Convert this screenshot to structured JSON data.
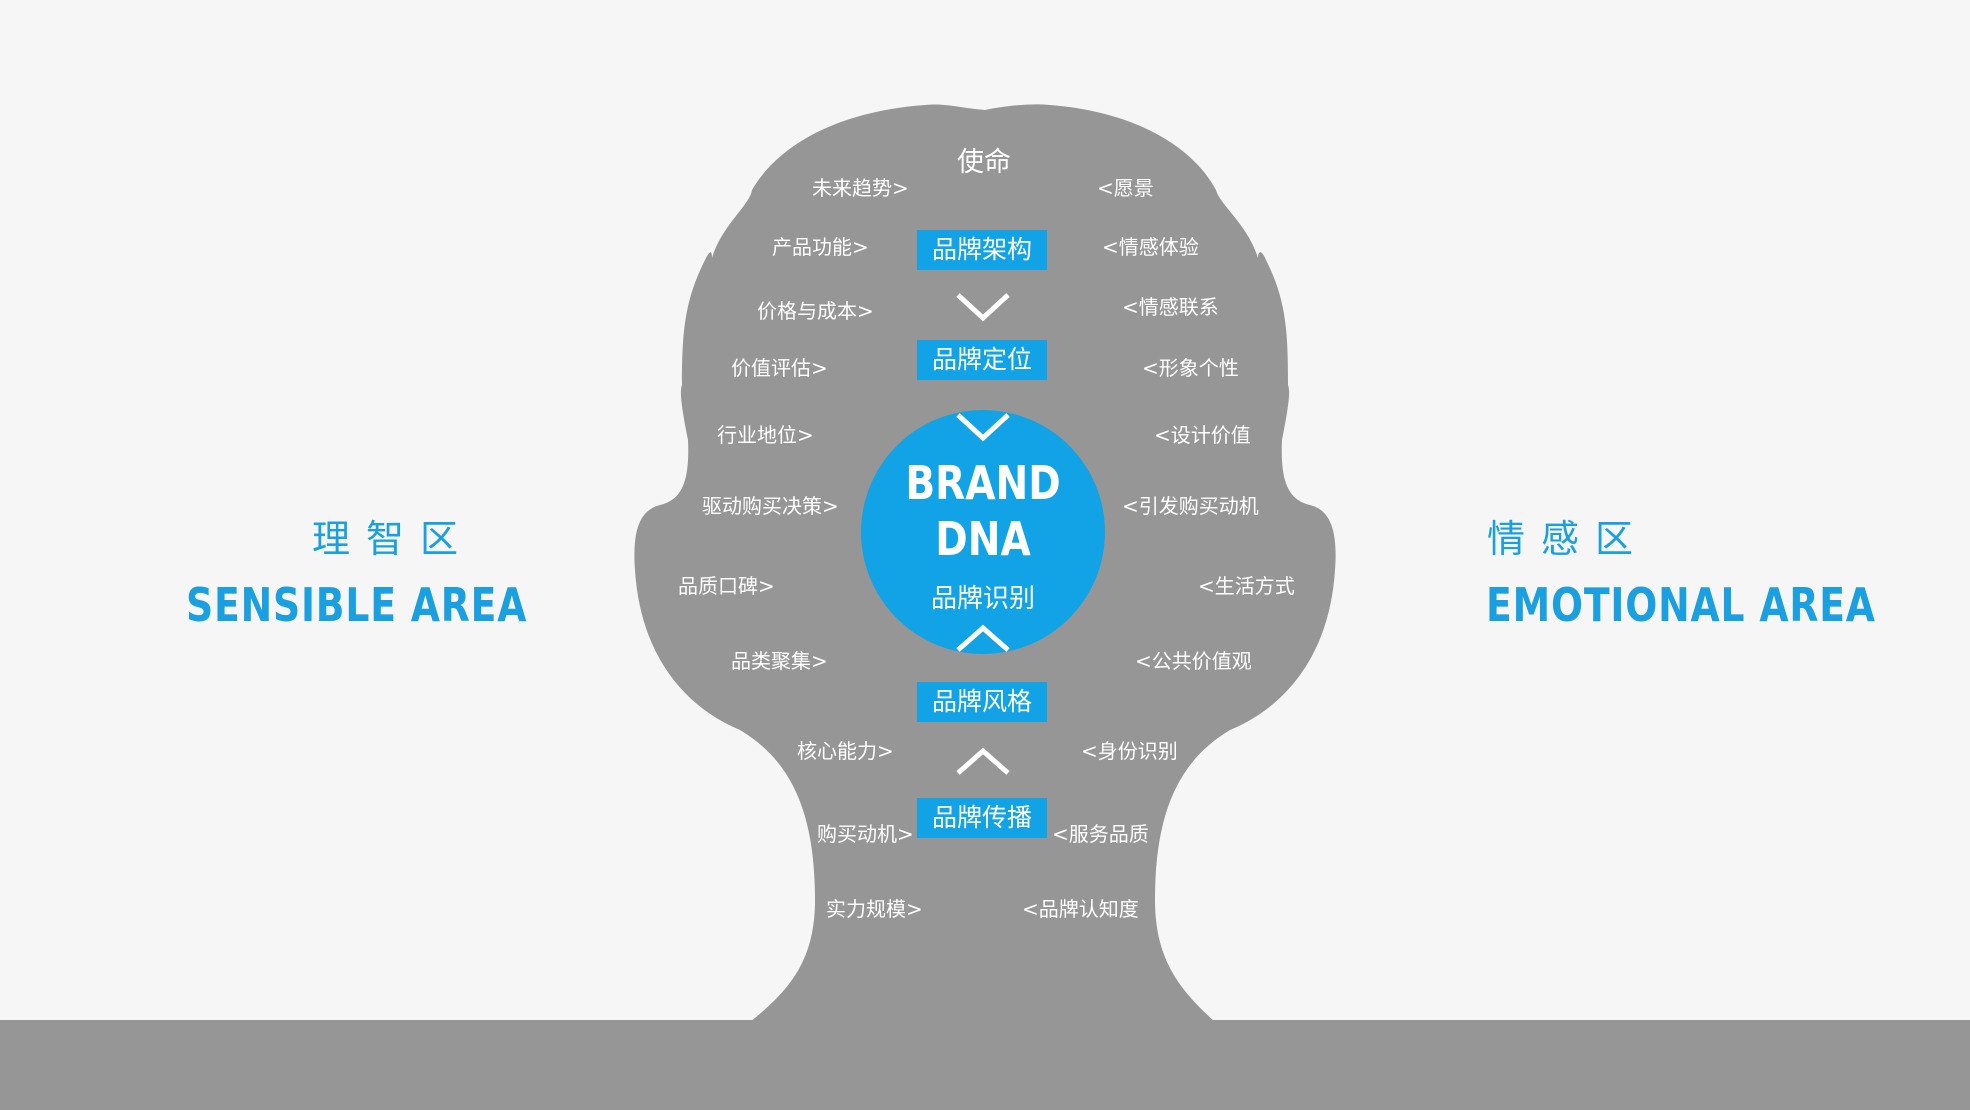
{
  "left_area": {
    "cn": "理智区",
    "en": "SENSIBLE AREA"
  },
  "right_area": {
    "cn": "情感区",
    "en": "EMOTIONAL AREA"
  },
  "mission": "使命",
  "center": {
    "line1": "BRAND",
    "line2": "DNA",
    "sub": "品牌识别"
  },
  "boxes": [
    "品牌架构",
    "品牌定位",
    "品牌风格",
    "品牌传播"
  ],
  "left_labels": [
    "未来趋势>",
    "产品功能>",
    "价格与成本>",
    "价值评估>",
    "行业地位>",
    "驱动购买决策>",
    "品质口碑>",
    "品类聚集>",
    "核心能力>",
    "购买动机>",
    "实力规模>"
  ],
  "right_labels": [
    "<愿景",
    "<情感体验",
    "<情感联系",
    "<形象个性",
    "<设计价值",
    "<引发购买动机",
    "<生活方式",
    "<公共价值观",
    "<身份识别",
    "<服务品质",
    "<品牌认知度"
  ],
  "colors": {
    "accent": "#12a3e6",
    "head": "#969696",
    "ground": "#969696",
    "background": "#f6f6f6"
  }
}
